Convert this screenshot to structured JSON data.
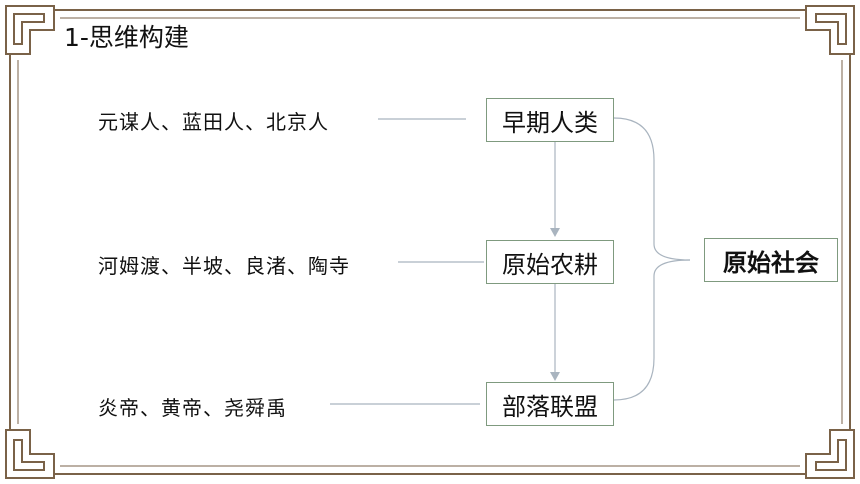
{
  "title": "1-思维构建",
  "left_items": [
    "元谋人、蓝田人、北京人",
    "河姆渡、半坡、良渚、陶寺",
    "炎帝、黄帝、尧舜禹"
  ],
  "stages": [
    "早期人类",
    "原始农耕",
    "部落联盟"
  ],
  "summary": "原始社会",
  "colors": {
    "frame": "#7a6248",
    "box_border": "#7f9a7f",
    "connector": "#a9b4bf"
  }
}
